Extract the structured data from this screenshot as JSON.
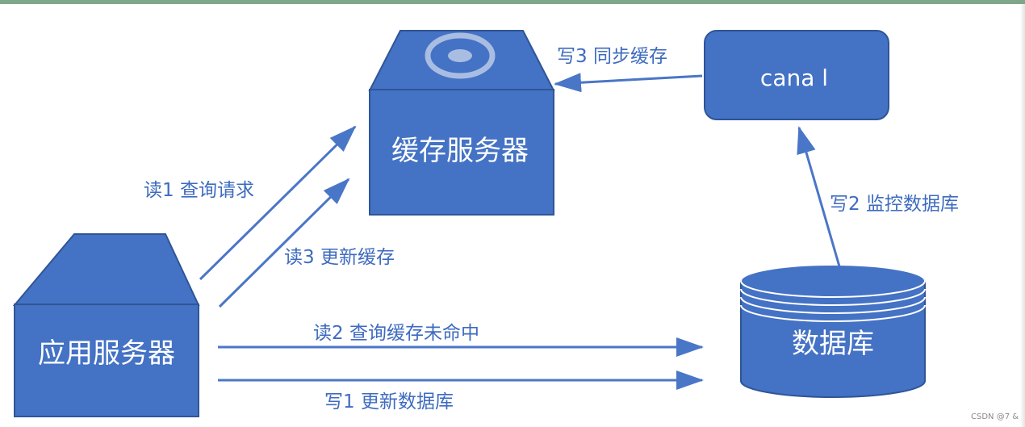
{
  "colors": {
    "box_fill": "#4472c4",
    "arrow": "#4a76c7",
    "label": "#3e6bbf",
    "stroke": "#2f5597"
  },
  "nodes": {
    "cache_server": "缓存服务器",
    "canal": "cana l",
    "app_server": "应用服务器",
    "database": "数据库"
  },
  "edges": {
    "read1": "读1  查询请求",
    "read3": "读3  更新缓存",
    "read2": "读2  查询缓存未命中",
    "write1": "写1    更新数据库",
    "write2": "写2  监控数据库",
    "write3": "写3  同步缓存"
  },
  "watermark": "CSDN @7 &"
}
